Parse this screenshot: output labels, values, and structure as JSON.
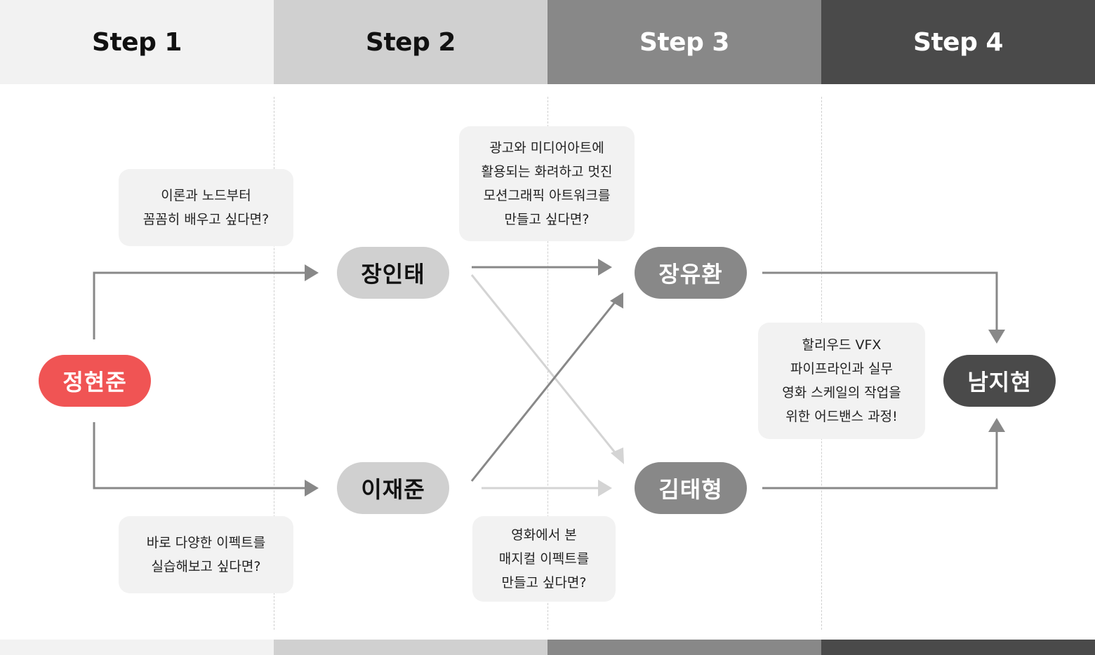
{
  "steps": [
    "Step 1",
    "Step 2",
    "Step 3",
    "Step 4"
  ],
  "nodes": {
    "jung": {
      "label": "정현준",
      "color": "#f05454"
    },
    "jang_intae": {
      "label": "장인태",
      "color": "#d0d0d0"
    },
    "lee": {
      "label": "이재준",
      "color": "#d0d0d0"
    },
    "jang_yuhwan": {
      "label": "장유환",
      "color": "#888888"
    },
    "kim": {
      "label": "김태형",
      "color": "#888888"
    },
    "nam": {
      "label": "남지현",
      "color": "#4a4a4a"
    }
  },
  "notes": {
    "theory": [
      "이론과 노드부터",
      "꼼꼼히 배우고 싶다면?"
    ],
    "practice": [
      "바로 다양한 이펙트를",
      "실습해보고 싶다면?"
    ],
    "motion": [
      "광고와 미디어아트에",
      "활용되는 화려하고 멋진",
      "모션그래픽 아트워크를",
      "만들고 싶다면?"
    ],
    "magic": [
      "영화에서 본",
      "매지컬 이펙트를",
      "만들고 싶다면?"
    ],
    "hollywood": [
      "할리우드 VFX",
      "파이프라인과 실무",
      "영화 스케일의 작업을",
      "위한 어드밴스 과정!"
    ]
  }
}
